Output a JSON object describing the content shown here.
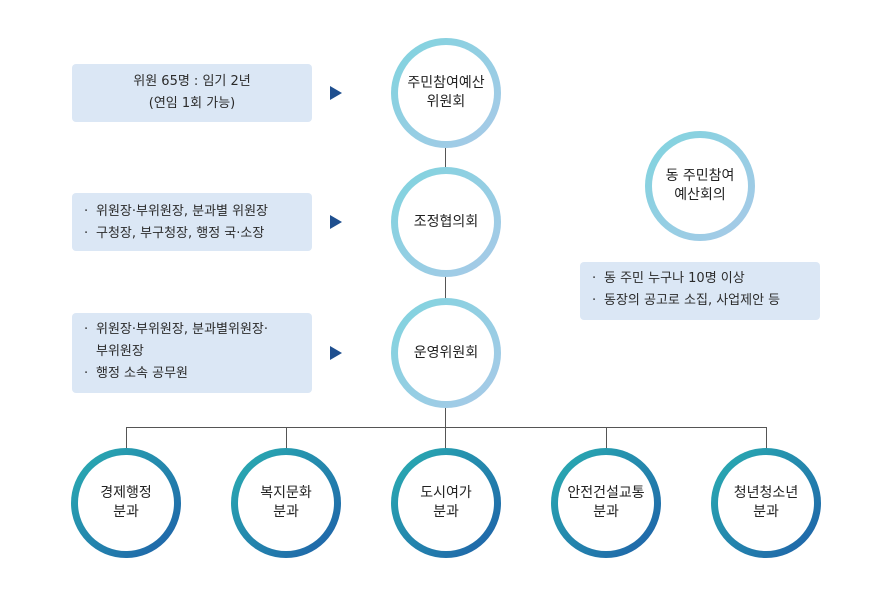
{
  "top_nodes": [
    {
      "id": "budget-committee",
      "lines": [
        "주민참여예산",
        "위원회"
      ]
    },
    {
      "id": "coordination-council",
      "lines": [
        "조정협의회"
      ]
    },
    {
      "id": "steering-committee",
      "lines": [
        "운영위원회"
      ]
    }
  ],
  "dong_node": {
    "lines": [
      "동 주민참여",
      "예산회의"
    ]
  },
  "info_boxes": {
    "budget": {
      "lines": [
        "위원 65명 : 임기 2년",
        "(연임 1회 가능)"
      ]
    },
    "coordination": {
      "items": [
        "위원장·부위원장, 분과별 위원장",
        "구청장, 부구청장, 행정 국·소장"
      ]
    },
    "steering": {
      "items": [
        "위원장·부위원장, 분과별위원장·",
        "부위원장",
        "행정 소속 공무원"
      ]
    },
    "dong": {
      "items": [
        "동 주민 누구나 10명 이상",
        "동장의 공고로 소집, 사업제안 등"
      ]
    }
  },
  "subcommittees": [
    {
      "lines": [
        "경제행정",
        "분과"
      ]
    },
    {
      "lines": [
        "복지문화",
        "분과"
      ]
    },
    {
      "lines": [
        "도시여가",
        "분과"
      ]
    },
    {
      "lines": [
        "안전건설교통",
        "분과"
      ]
    },
    {
      "lines": [
        "청년청소년",
        "분과"
      ]
    }
  ],
  "colors": {
    "box": "#dbe7f5",
    "arrow": "#1f4f8f",
    "ring_light": "#8fd3e0",
    "ring_dark": "#1e5ea8"
  }
}
